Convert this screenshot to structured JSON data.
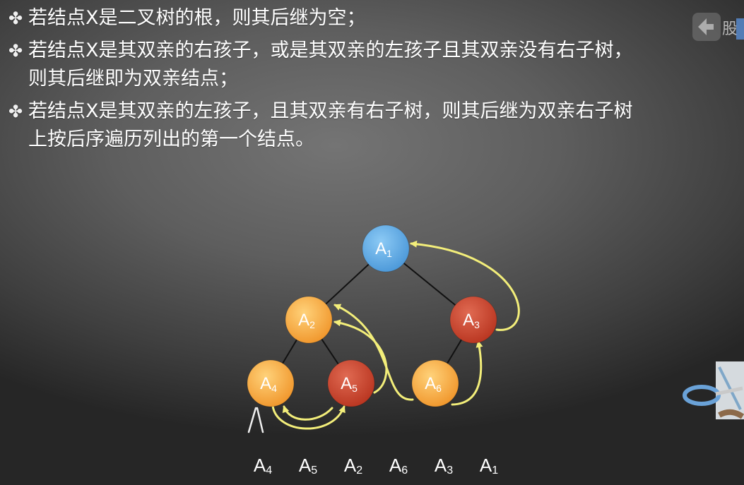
{
  "bullets": [
    {
      "lines": [
        "若结点X是二叉树的根，则其后继为空；"
      ]
    },
    {
      "lines": [
        "若结点X是其双亲的右孩子，或是其双亲的左孩子且其双亲没有右子树，",
        "则其后继即为双亲结点；"
      ]
    },
    {
      "lines": [
        "若结点X是其双亲的左孩子，且其双亲有右子树，则其后继为双亲右子树",
        "上按后序遍历列出的第一个结点。"
      ]
    }
  ],
  "bullet_symbol": "✤",
  "tree": {
    "nodes": [
      {
        "id": "A1",
        "letter": "A",
        "sub": "1",
        "color": "#5aa9e6"
      },
      {
        "id": "A2",
        "letter": "A",
        "sub": "2",
        "color": "#f5a637"
      },
      {
        "id": "A3",
        "letter": "A",
        "sub": "3",
        "color": "#c2402d"
      },
      {
        "id": "A4",
        "letter": "A",
        "sub": "4",
        "color": "#f5a637"
      },
      {
        "id": "A5",
        "letter": "A",
        "sub": "5",
        "color": "#c2402d"
      },
      {
        "id": "A6",
        "letter": "A",
        "sub": "6",
        "color": "#f5a637"
      }
    ],
    "edges": [
      [
        "A1",
        "A2"
      ],
      [
        "A1",
        "A3"
      ],
      [
        "A2",
        "A4"
      ],
      [
        "A2",
        "A5"
      ],
      [
        "A3",
        "A6"
      ]
    ],
    "successor_arrows": [
      [
        "A4",
        "A5"
      ],
      [
        "A5",
        "A2"
      ],
      [
        "A2",
        "A6"
      ],
      [
        "A6",
        "A3"
      ],
      [
        "A3",
        "A1"
      ]
    ],
    "arrow_color": "#f3ee7a"
  },
  "sequence": [
    {
      "letter": "A",
      "sub": "4"
    },
    {
      "letter": "A",
      "sub": "5"
    },
    {
      "letter": "A",
      "sub": "2"
    },
    {
      "letter": "A",
      "sub": "6"
    },
    {
      "letter": "A",
      "sub": "3"
    },
    {
      "letter": "A",
      "sub": "1"
    }
  ],
  "corner_logo_text": "股"
}
